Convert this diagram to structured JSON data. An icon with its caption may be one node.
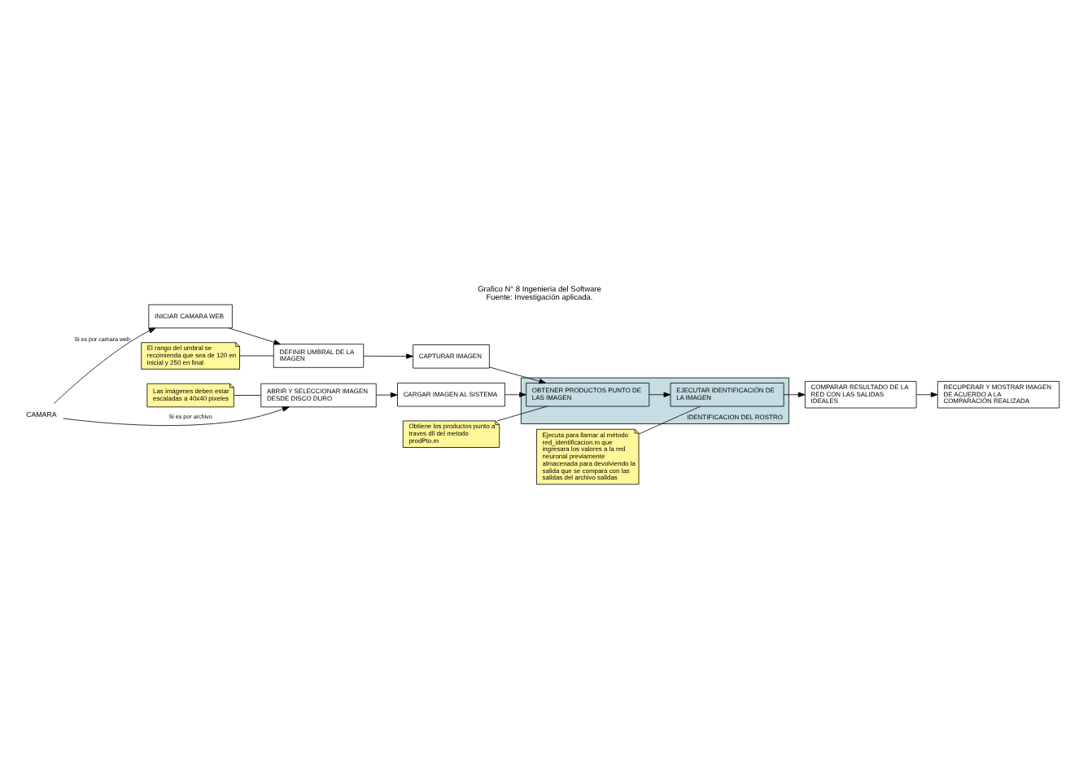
{
  "diagram": {
    "title": "Grafico N° 8 Ingenieria del Software",
    "caption": "Fuente: Investigación aplicada.",
    "nodes": [
      {
        "text": [
          "CAMARA"
        ]
      },
      {
        "text": [
          "INICIAR CAMARA WEB"
        ]
      },
      {
        "text": [
          "DEFINIR UMBRAL DE LA  IMAGEN"
        ]
      },
      {
        "text": [
          "CAPTURAR IMAGEN"
        ]
      },
      {
        "text": [
          "El rango del umbral se recomienda que sea de 120 en inicial y 250 en final"
        ]
      },
      {
        "text": [
          "ABRIR Y SELECCIONAR IMAGEN DESDE DISCO DURO"
        ]
      },
      {
        "text": [
          "CARGAR IMAGEN AL SISTEMA"
        ]
      },
      {
        "text": [
          "Las imágenes deben estar escaladas a 40x40 pixeles"
        ]
      },
      {
        "text": [
          "IDENTIFICACION DEL ROSTRO"
        ]
      },
      {
        "text": [
          "OBTENER PRODUCTOS PUNTO DE LAS IMAGEN"
        ],
        "in": 8
      },
      {
        "text": [
          "Obtiene los productos punto a traves dll del metodo prodPto.m"
        ]
      },
      {
        "text": [
          "EJECUTAR IDENTIFICACIÓN DE LA IMAGEN"
        ],
        "in": 8
      },
      {
        "text": [
          "Ejecuta para llamar al método red_identificacion.m que ingresara los valores a la red neuronal previamente almacenada para devolviendo la salida que se compara con las salidas del archivo salidas"
        ]
      },
      {
        "text": [
          "COMPARAR RESULTADO DE LA RED CON LAS SALIDAS IDEALES"
        ]
      },
      {
        "text": [
          "RECUPERAR Y MOSTRAR IMAGEN DE ACUERDO A LA COMPARACIÓN REALIZADA"
        ]
      }
    ],
    "edges": [
      {
        "from": 0,
        "to": 1,
        "arrow": "to",
        "label": "Si es por camara web"
      },
      {
        "from": 0,
        "to": 5,
        "arrow": "to",
        "label": "Si es por archivo"
      },
      {
        "from": 1,
        "to": 2,
        "arrow": "to"
      },
      {
        "from": 2,
        "to": 3,
        "arrow": "to"
      },
      {
        "from": 4,
        "to": 2,
        "arrow": "none"
      },
      {
        "from": 3,
        "to": 9,
        "arrow": "to"
      },
      {
        "from": 5,
        "to": 6,
        "arrow": "to"
      },
      {
        "from": 7,
        "to": 5,
        "arrow": "none"
      },
      {
        "from": 6,
        "to": 9,
        "arrow": "to"
      },
      {
        "from": 10,
        "to": 9,
        "arrow": "none"
      },
      {
        "from": 9,
        "to": 11,
        "arrow": "to"
      },
      {
        "from": 12,
        "to": 11,
        "arrow": "none"
      },
      {
        "from": 11,
        "to": 13,
        "arrow": "to"
      },
      {
        "from": 13,
        "to": 14,
        "arrow": "to"
      }
    ]
  }
}
